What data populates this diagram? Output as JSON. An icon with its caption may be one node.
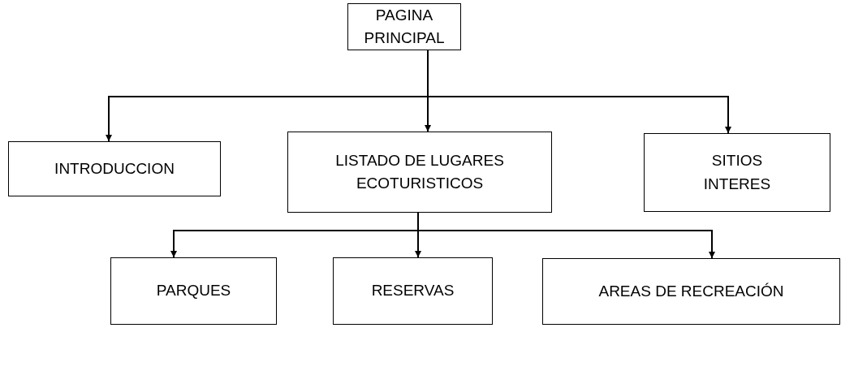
{
  "diagram": {
    "nodes": [
      {
        "text": [
          "PAGINA PRINCIPAL"
        ]
      },
      {
        "text": [
          "INTRODUCCION"
        ]
      },
      {
        "text": [
          "LISTADO DE LUGARES ECOTURISTICOS"
        ]
      },
      {
        "text": [
          "SITIOS INTERES"
        ]
      },
      {
        "text": [
          "PARQUES"
        ]
      },
      {
        "text": [
          "RESERVAS"
        ]
      },
      {
        "text": [
          "AREAS DE RECREACIÓN"
        ]
      }
    ],
    "edges": [
      {
        "from": 0,
        "to": 1,
        "arrow": "to"
      },
      {
        "from": 0,
        "to": 2,
        "arrow": "to"
      },
      {
        "from": 0,
        "to": 3,
        "arrow": "to"
      },
      {
        "from": 2,
        "to": 4,
        "arrow": "to"
      },
      {
        "from": 2,
        "to": 5,
        "arrow": "to"
      },
      {
        "from": 2,
        "to": 6,
        "arrow": "to"
      }
    ]
  }
}
